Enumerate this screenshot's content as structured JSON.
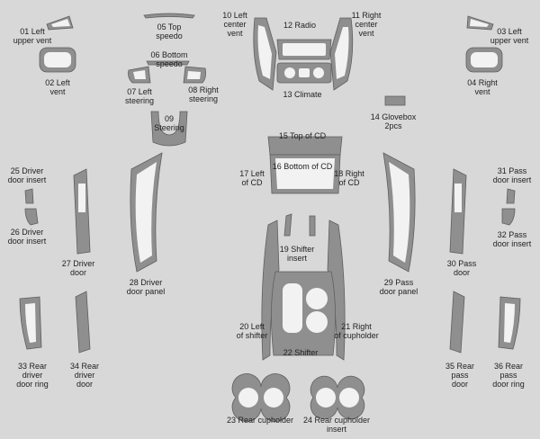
{
  "labels": {
    "l01": [
      "01 Left",
      "upper vent"
    ],
    "l02": [
      "02 Left",
      "vent"
    ],
    "l03": [
      "03 Left",
      "upper vent"
    ],
    "l04": [
      "04 Right",
      "vent"
    ],
    "l05": [
      "05 Top",
      "speedo"
    ],
    "l06": [
      "06 Bottom",
      "speedo"
    ],
    "l07": [
      "07 Left",
      "steering"
    ],
    "l08": [
      "08 Right",
      "steering"
    ],
    "l09": [
      "09",
      "Steering"
    ],
    "l10": [
      "10 Left",
      "center",
      "vent"
    ],
    "l11": [
      "11 Right",
      "center",
      "vent"
    ],
    "l12": [
      "12 Radio"
    ],
    "l13": [
      "13 Climate"
    ],
    "l14": [
      "14 Glovebox",
      "2pcs"
    ],
    "l15": [
      "15 Top of CD"
    ],
    "l16": [
      "16 Bottom of CD"
    ],
    "l17": [
      "17 Left",
      "of CD"
    ],
    "l18": [
      "18 Right",
      "of CD"
    ],
    "l19": [
      "19 Shifter",
      "insert"
    ],
    "l20": [
      "20 Left",
      "of shifter"
    ],
    "l21": [
      "21 Right",
      "of cupholder"
    ],
    "l22": [
      "22 Shifter"
    ],
    "l23": [
      "23 Rear cupholder"
    ],
    "l24": [
      "24 Rear cupholder",
      "insert"
    ],
    "l25": [
      "25 Driver",
      "door insert"
    ],
    "l26": [
      "26 Driver",
      "door insert"
    ],
    "l27": [
      "27 Driver",
      "door"
    ],
    "l28": [
      "28 Driver",
      "door panel"
    ],
    "l29": [
      "29 Pass",
      "door panel"
    ],
    "l30": [
      "30 Pass",
      "door"
    ],
    "l31": [
      "31 Pass",
      "door insert"
    ],
    "l32": [
      "32 Pass",
      "door insert"
    ],
    "l33": [
      "33 Rear",
      "driver",
      "door  ring"
    ],
    "l34": [
      "34 Rear",
      "driver",
      "door"
    ],
    "l35": [
      "35 Rear",
      "pass",
      "door"
    ],
    "l36": [
      "36 Rear",
      "pass",
      "door  ring"
    ]
  }
}
